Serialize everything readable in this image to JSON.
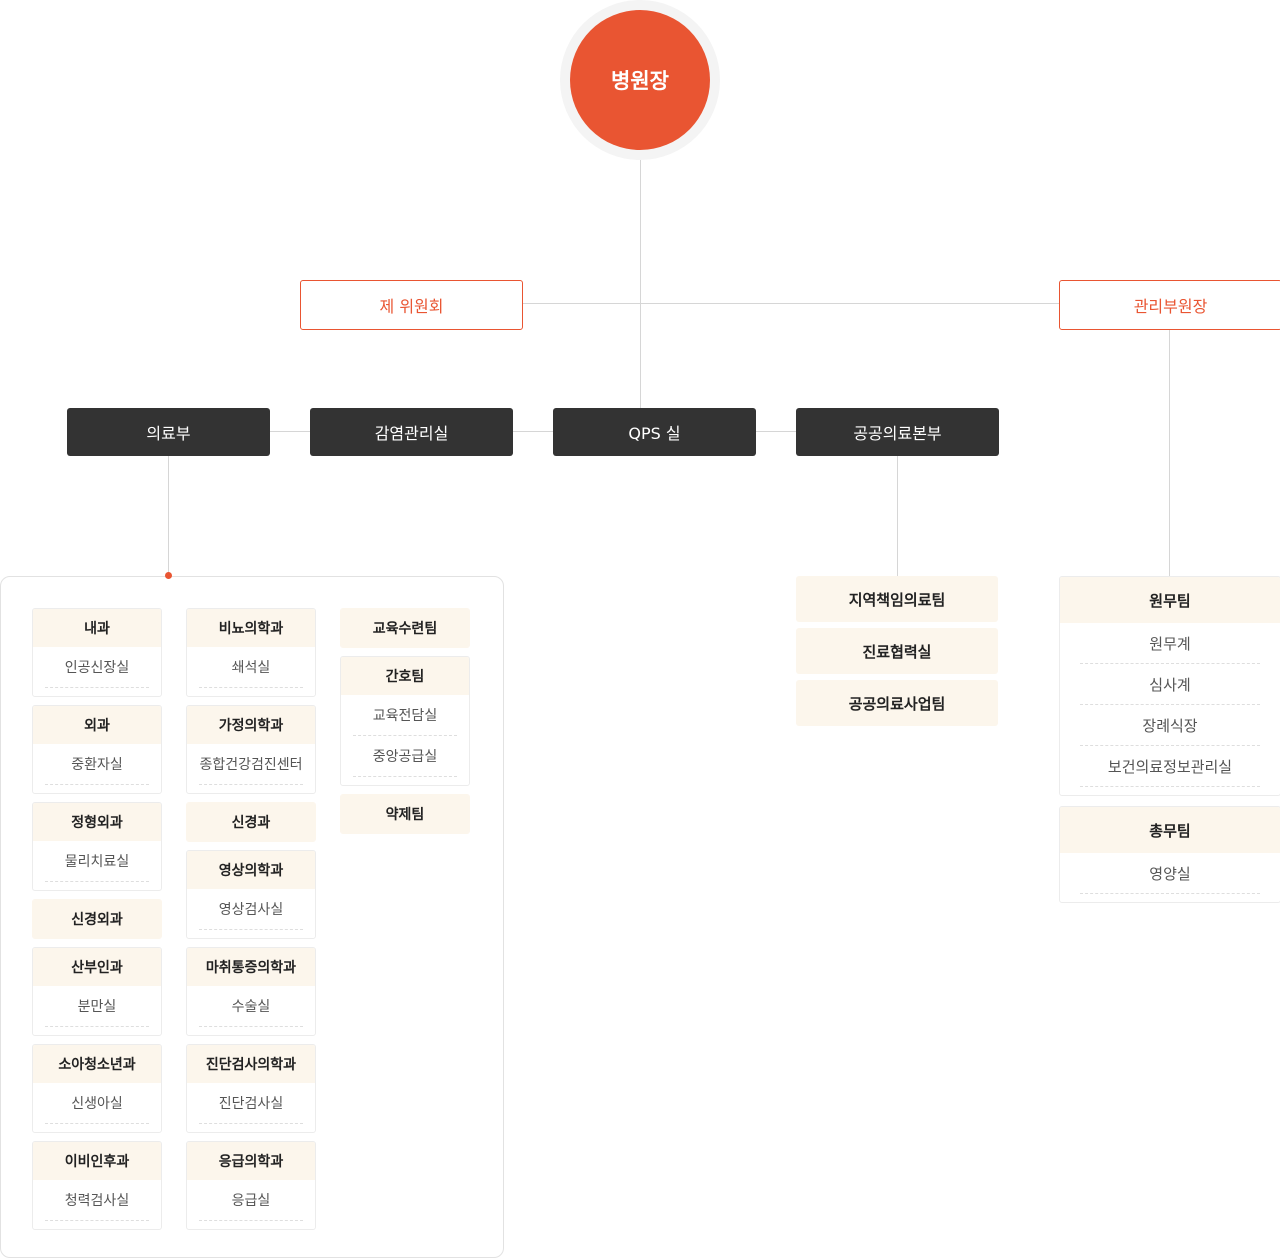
{
  "root": {
    "label": "병원장"
  },
  "committee": {
    "label": "제 위원회"
  },
  "vice_director": {
    "label": "관리부원장"
  },
  "departments": [
    {
      "label": "의료부"
    },
    {
      "label": "감염관리실"
    },
    {
      "label": "QPS 실"
    },
    {
      "label": "공공의료본부"
    }
  ],
  "medical": {
    "col1": [
      {
        "title": "내과",
        "items": [
          "인공신장실"
        ]
      },
      {
        "title": "외과",
        "items": [
          "중환자실"
        ]
      },
      {
        "title": "정형외과",
        "items": [
          "물리치료실"
        ]
      },
      {
        "title": "신경외과",
        "items": []
      },
      {
        "title": "산부인과",
        "items": [
          "분만실"
        ]
      },
      {
        "title": "소아청소년과",
        "items": [
          "신생아실"
        ]
      },
      {
        "title": "이비인후과",
        "items": [
          "청력검사실"
        ]
      }
    ],
    "col2": [
      {
        "title": "비뇨의학과",
        "items": [
          "쇄석실"
        ]
      },
      {
        "title": "가정의학과",
        "items": [
          "종합건강검진센터"
        ]
      },
      {
        "title": "신경과",
        "items": []
      },
      {
        "title": "영상의학과",
        "items": [
          "영상검사실"
        ]
      },
      {
        "title": "마취통증의학과",
        "items": [
          "수술실"
        ]
      },
      {
        "title": "진단검사의학과",
        "items": [
          "진단검사실"
        ]
      },
      {
        "title": "응급의학과",
        "items": [
          "응급실"
        ]
      }
    ],
    "col3": [
      {
        "title": "교육수련팀",
        "items": []
      },
      {
        "title": "간호팀",
        "items": [
          "교육전담실",
          "중앙공급실"
        ]
      },
      {
        "title": "약제팀",
        "items": []
      }
    ]
  },
  "public_teams": [
    "지역책임의료팀",
    "진료협력실",
    "공공의료사업팀"
  ],
  "admin": [
    {
      "title": "원무팀",
      "items": [
        "원무계",
        "심사계",
        "장례식장",
        "보건의료정보관리실"
      ]
    },
    {
      "title": "총무팀",
      "items": [
        "영양실"
      ]
    }
  ]
}
